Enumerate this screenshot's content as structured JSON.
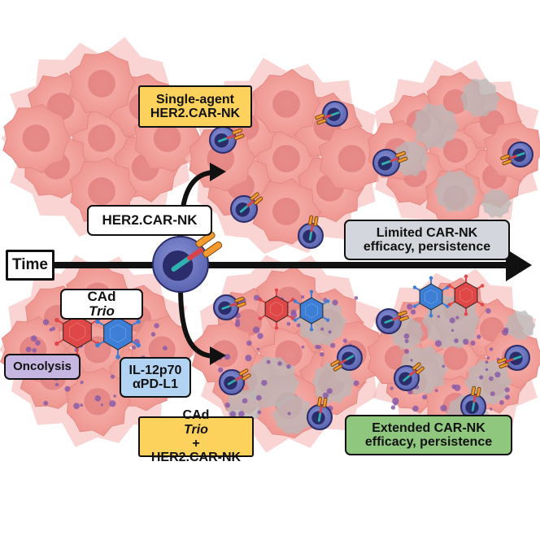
{
  "labels": {
    "single_agent_line1": "Single-agent",
    "single_agent_line2": "HER2.CAR-NK",
    "car_nk": "HER2.CAR-NK",
    "limited_line1": "Limited CAR-NK",
    "limited_line2": "efficacy, persistence",
    "time": "Time",
    "cadtrio_prefix": "CAd",
    "cadtrio_italic": "Trio",
    "oncolysis": "Oncolysis",
    "payload_line1": "IL-12p70",
    "payload_line2": "αPD-L1",
    "combo_prefix": "CAd",
    "combo_italic": "Trio",
    "combo_suffix": " +",
    "combo_line2": "HER2.CAR-NK",
    "extended_line1": "Extended CAR-NK",
    "extended_line2": "efficacy, persistence"
  },
  "colors": {
    "tumor_cell": "#f2a0a0",
    "tumor_nucleus": "#d86b6b",
    "dead_cell": "#b8b8b8",
    "nk_cell": "#6b75c0",
    "nk_nucleus": "#2b2d6b",
    "car_receptor": "#f49a2e",
    "virus_red": "#e04848",
    "virus_blue": "#3d7fd6",
    "particle": "#8a5ca8",
    "arrow": "#111111"
  },
  "icons": [
    "tumor-mass-icon",
    "car-nk-cell-icon",
    "oncolytic-virus-red-icon",
    "oncolytic-virus-blue-icon",
    "dead-cell-icon",
    "time-arrow-icon"
  ]
}
